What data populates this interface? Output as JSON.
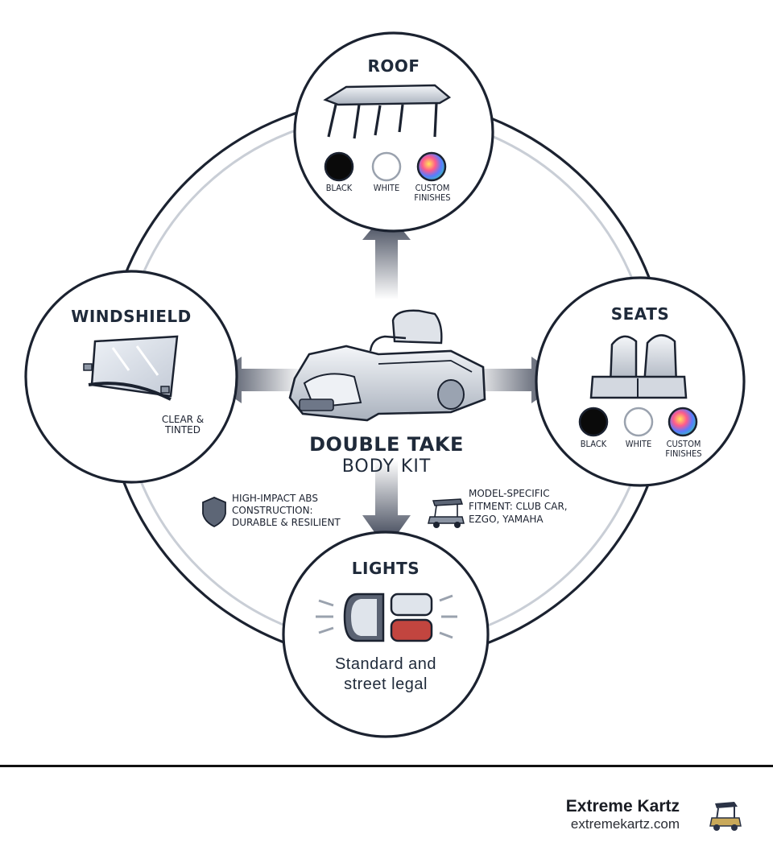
{
  "center": {
    "title": "DOUBLE TAKE",
    "subtitle": "BODY KIT"
  },
  "roof": {
    "title": "ROOF",
    "options": [
      {
        "label": "BLACK",
        "color": "#0a0a0a"
      },
      {
        "label": "WHITE",
        "color": "#ffffff"
      },
      {
        "label": "CUSTOM FINISHES",
        "color": "rainbow"
      }
    ]
  },
  "windshield": {
    "title": "WINDSHIELD",
    "note": "CLEAR & TINTED"
  },
  "seats": {
    "title": "SEATS",
    "options": [
      {
        "label": "BLACK",
        "color": "#0a0a0a"
      },
      {
        "label": "WHITE",
        "color": "#ffffff"
      },
      {
        "label": "CUSTOM FINISHES",
        "color": "rainbow"
      }
    ]
  },
  "lights": {
    "title": "LIGHTS",
    "note_line1": "Standard and",
    "note_line2": "street legal"
  },
  "features": {
    "construction_line1": "HIGH-IMPACT ABS",
    "construction_line2": "CONSTRUCTION:",
    "construction_line3": "DURABLE & RESILIENT",
    "fitment_line1": "MODEL-SPECIFIC",
    "fitment_line2": "FITMENT: CLUB CAR,",
    "fitment_line3": "EZGO, YAMAHA"
  },
  "footer": {
    "brand": "Extreme Kartz",
    "url": "extremekartz.com"
  },
  "icons": {
    "roof": "cart-roof-icon",
    "windshield": "windshield-icon",
    "seats": "seats-icon",
    "lights": "lights-icon",
    "cart": "golf-cart-body-icon",
    "shield": "shield-icon",
    "mini_cart": "golf-cart-icon",
    "logo": "cart-logo-icon"
  },
  "colors": {
    "outline": "#1b2230",
    "ring": "#c9ced6",
    "arrow": "#2b3346"
  }
}
